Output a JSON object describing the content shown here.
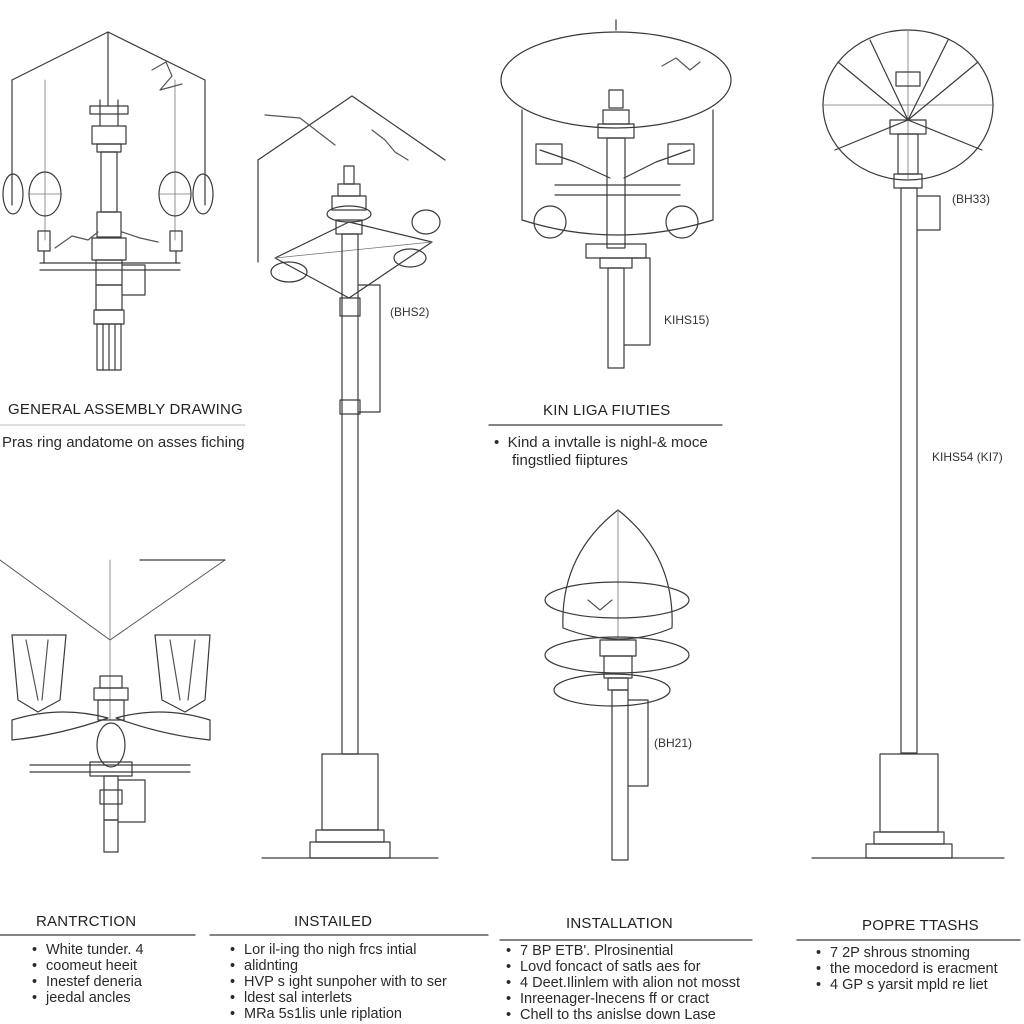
{
  "sections": {
    "general": {
      "title": "GENERAL ASSEMBLY DRAWING",
      "subtitle": "Pras ring andatome on asses fiching"
    },
    "fixtures": {
      "title": "KIN LIGA FIUTIES",
      "bullet_line1": "Kind a invtalle is nighl-& moce",
      "bullet_line2": "fingstlied fiiptures"
    }
  },
  "tags": {
    "pole2": "(BHS2)",
    "pole3": "KIHS15)",
    "pole4_top": "(BH33)",
    "pole4_mid": "KIHS54 (KI7)",
    "lower_center": "(BH21)"
  },
  "footer": {
    "col1": {
      "title": "RANTRCTION",
      "items": [
        "White tunder. 4",
        "coomeut heeit",
        "Inestef deneria",
        "jeedal ancles"
      ]
    },
    "col2": {
      "title": "INSTAILED",
      "items": [
        "Lor il-ing tho nigh frcs intial",
        "alidnting",
        "HVP s ight sunpoher with to ser",
        "ldest sal interlets",
        "MRa 5s1lis unle riplation"
      ]
    },
    "col3": {
      "title": "INSTALLATION",
      "items": [
        "7 BP ETB'. Plrosinential",
        "Lovd foncact of satls aes for",
        "4 Deet.Ilinlem with alion not mosst",
        "Inreenager-lnecens ff or cract",
        "Chell to ths anislse down Lase"
      ]
    },
    "col4": {
      "title": "POPRE TTASHS",
      "items": [
        "7 2P shrous stnoming",
        "the mocedord is eracment",
        "4 GP s yarsit mpld re liet"
      ]
    }
  }
}
